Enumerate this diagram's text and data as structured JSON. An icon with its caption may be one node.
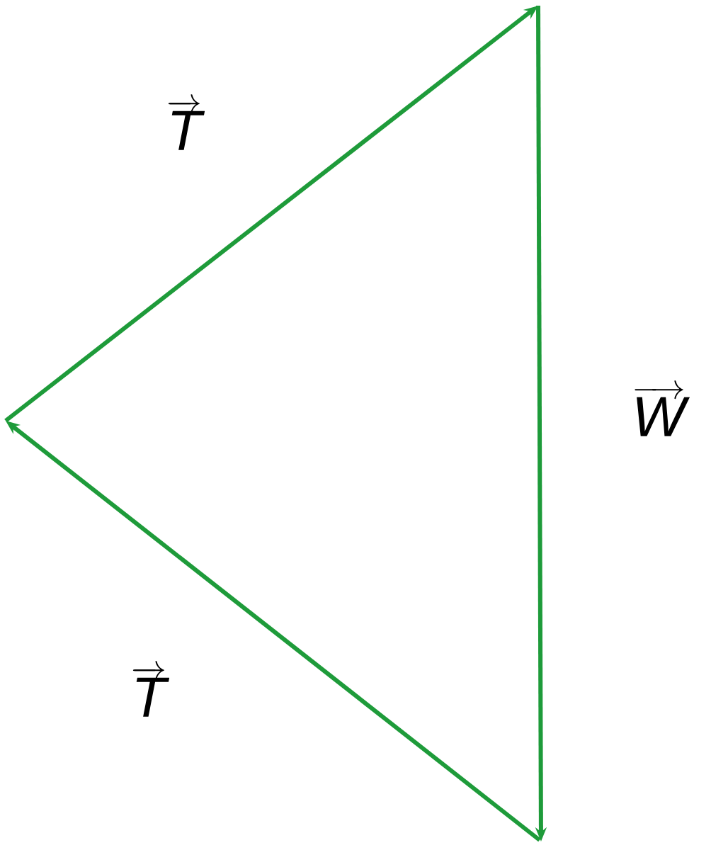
{
  "diagram": {
    "labels": [
      "\\overrightarrow{\\textit{T}}",
      "\\overrightarrow{\\textit{W}}",
      "\\overrightarrow{\\textit{T}}"
    ]
  }
}
